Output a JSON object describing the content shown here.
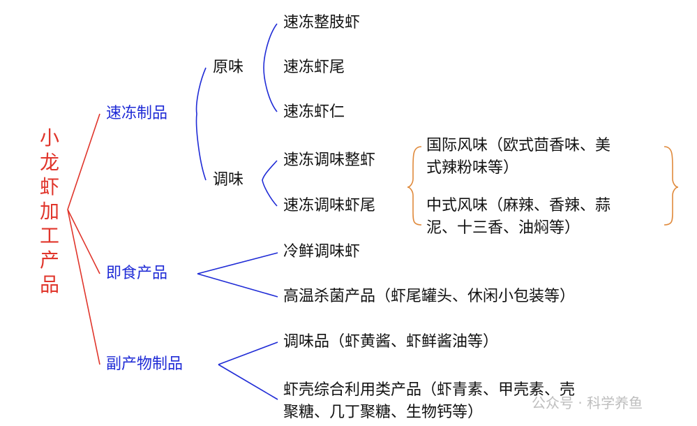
{
  "root": "小龙虾加工产品",
  "branches": {
    "frozen": {
      "label": "速冻制品",
      "original": {
        "label": "原味",
        "items": [
          "速冻整肢虾",
          "速冻虾尾",
          "速冻虾仁"
        ]
      },
      "seasoned": {
        "label": "调味",
        "items": [
          "速冻调味整虾",
          "速冻调味虾尾"
        ],
        "flavors": [
          {
            "line1": "国际风味（欧式茴香味、美",
            "line2": "式辣粉味等）"
          },
          {
            "line1": "中式风味（麻辣、香辣、蒜",
            "line2": "泥、十三香、油焖等）"
          }
        ]
      }
    },
    "ready": {
      "label": "即食产品",
      "items": [
        "冷鲜调味虾",
        "高温杀菌产品（虾尾罐头、休闲小包装等）"
      ]
    },
    "byproduct": {
      "label": "副产物制品",
      "items": [
        "调味品（虾黄酱、虾鲜酱油等）"
      ],
      "item2_line1": "虾壳综合利用类产品（虾青素、甲壳素、壳",
      "item2_line2": "聚糖、几丁聚糖、生物钙等）"
    }
  },
  "watermark": "公众号 · 科学养鱼",
  "colors": {
    "root": "#e0352b",
    "level1": "#1f2bd6",
    "text": "#111111",
    "brace": "#e08a3c"
  }
}
